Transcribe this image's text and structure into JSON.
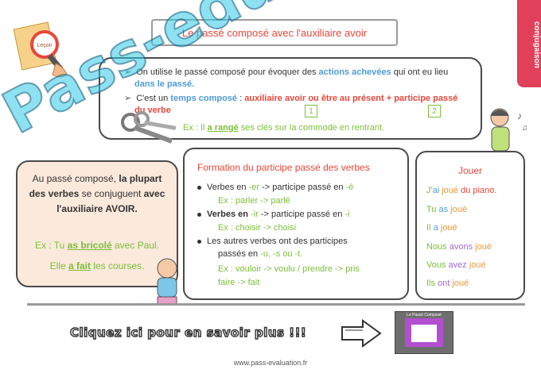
{
  "side_tab": "conjugaison",
  "title": "Le passé composé avec l'auxiliaire avoir",
  "intro": {
    "line1_a": "On utilise le passé composé pour évoquer des ",
    "line1_b": "actions achevées",
    "line1_c": " qui ont eu lieu",
    "line1_d": "dans le passé.",
    "line2_a": "C'est un ",
    "line2_b": "temps composé",
    "line2_c": " : ",
    "line2_d": "auxiliaire avoir ou être au présent + participe passé",
    "line2_e": "du verbe",
    "num1": "1",
    "num2": "2",
    "ex_a": "Ex : Il ",
    "ex_b": "a rangé",
    "ex_c": " ses clés sur la commode en rentrant."
  },
  "left": {
    "t1": "Au passé composé, ",
    "t2": "la plupart des verbes",
    "t3": " se conjuguent ",
    "t4": "avec l'auxiliaire AVOIR.",
    "ex1_a": "Ex : Tu ",
    "ex1_b": "as bricolé",
    "ex1_c": " avec Paul.",
    "ex2_a": "Elle ",
    "ex2_b": "a fait",
    "ex2_c": " les courses."
  },
  "formation": {
    "title": "Formation du participe passé des verbes",
    "i1_a": "Verbes en ",
    "i1_b": "-er",
    "i1_c": " -> participe passé en ",
    "i1_d": "-é",
    "i1_ex": "Ex : parler -> parlé",
    "i2_a": "Verbes en ",
    "i2_b": "-ir",
    "i2_c": " -> participe passé en ",
    "i2_d": "-i",
    "i2_ex": "Ex : choisir -> choisi",
    "i3_a": "Les autres verbes ont des participes",
    "i3_b": "passés en ",
    "i3_c": "-u, -s ou -t.",
    "i3_ex1": "Ex : vouloir -> voulu / prendre -> pris",
    "i3_ex2": "faire -> fait"
  },
  "conjugation": {
    "title": "Jouer",
    "rows": [
      {
        "pron": "J'",
        "aux": "ai",
        "pp": " joué",
        "rest": " du piano."
      },
      {
        "pron": "Tu ",
        "aux": "as",
        "pp": " joué",
        "rest": ""
      },
      {
        "pron": "Il ",
        "aux": "a",
        "pp": " joué",
        "rest": ""
      },
      {
        "pron": "Nous ",
        "aux": "avons",
        "pp": " joué",
        "rest": ""
      },
      {
        "pron": "Vous ",
        "aux": "avez",
        "pp": " joué",
        "rest": ""
      },
      {
        "pron": "Ils ",
        "aux": "ont",
        "pp": " joué",
        "rest": ""
      }
    ]
  },
  "cta": "Cliquez ici pour en savoir plus !!!",
  "thumb_label": "Le Passé Composé",
  "footer": "www.pass-evaluation.fr",
  "watermark": "Pass-education"
}
